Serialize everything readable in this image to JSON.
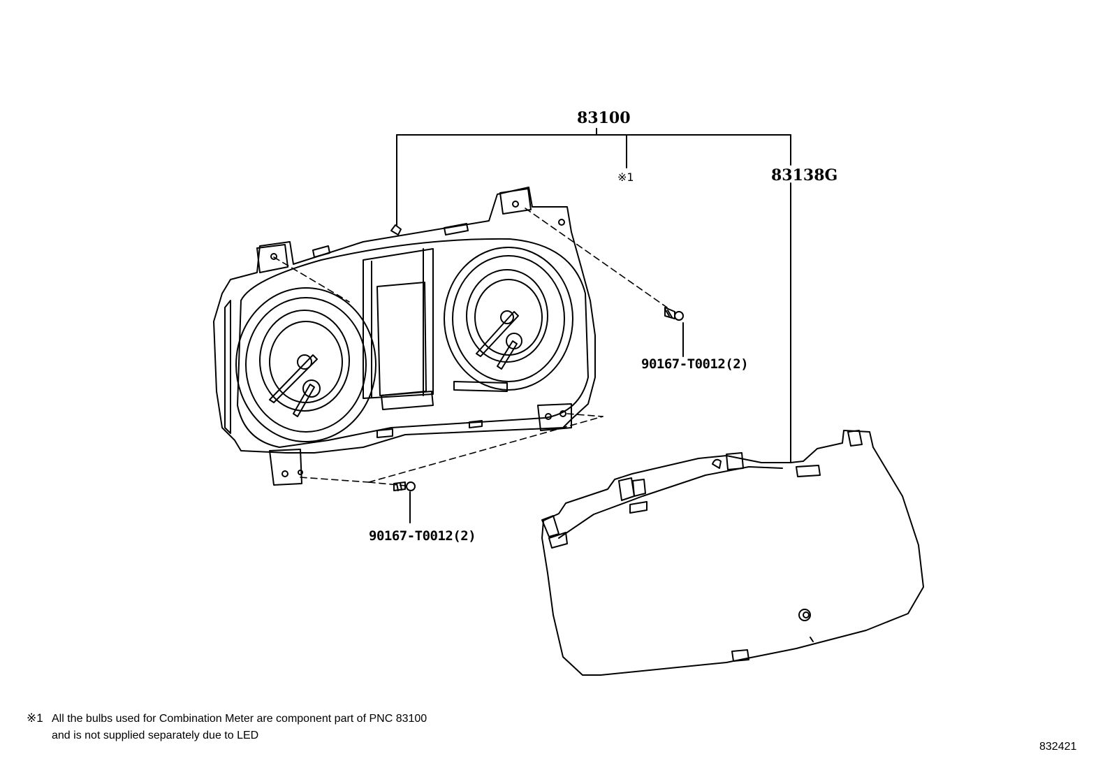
{
  "callouts": {
    "assembly": "83100",
    "note_ref": "※1",
    "cover": "83138G",
    "screw_upper": "90167-T0012(2)",
    "screw_lower": "90167-T0012(2)"
  },
  "footnote": {
    "mark": "※1",
    "line1": "All the bulbs used for Combination Meter are component part of PNC 83100",
    "line2": "and is not supplied separately due to LED"
  },
  "drawing_id": "832421",
  "colors": {
    "line": "#000000",
    "background": "#ffffff"
  }
}
